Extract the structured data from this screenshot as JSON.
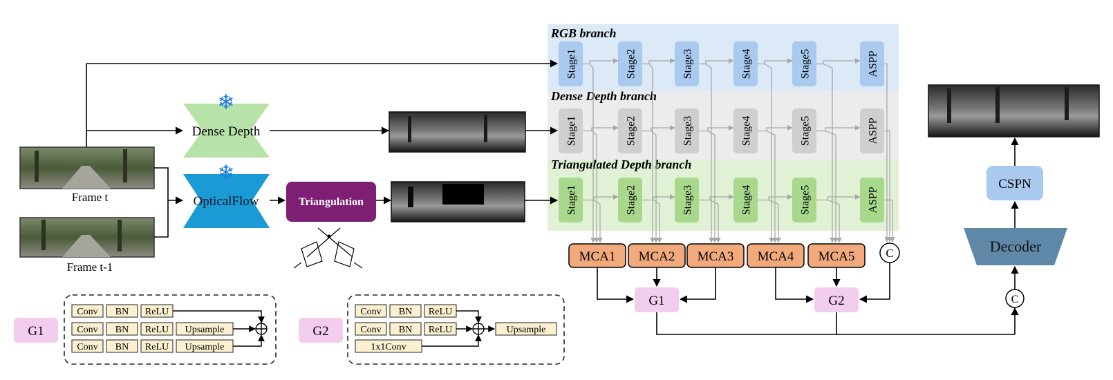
{
  "inputs": {
    "frame_t_label": "Frame t",
    "frame_t1_label": "Frame t-1"
  },
  "modules": {
    "dense_depth": "Dense Depth",
    "optical_flow": "OpticalFlow",
    "triangulation": "Triangulation",
    "decoder": "Decoder",
    "cspn": "CSPN",
    "concat_symbol": "C",
    "frozen_icon": "snowflake-icon"
  },
  "branches": [
    {
      "title": "RGB  branch",
      "stages": [
        "Stage1",
        "Stage2",
        "Stage3",
        "Stage4",
        "Stage5",
        "ASPP"
      ]
    },
    {
      "title": "Dense  Depth  branch",
      "stages": [
        "Stage1",
        "Stage2",
        "Stage3",
        "Stage4",
        "Stage5",
        "ASPP"
      ]
    },
    {
      "title": "Triangulated  Depth  branch",
      "stages": [
        "Stage1",
        "Stage2",
        "Stage3",
        "Stage4",
        "Stage5",
        "ASPP"
      ]
    }
  ],
  "mca": [
    "MCA1",
    "MCA2",
    "MCA3",
    "MCA4",
    "MCA5"
  ],
  "groups": {
    "g1": "G1",
    "g2": "G2"
  },
  "g1_detail": {
    "label": "G1",
    "rows": [
      [
        "Conv",
        "BN",
        "ReLU"
      ],
      [
        "Conv",
        "BN",
        "ReLU",
        "Upsample"
      ],
      [
        "Conv",
        "BN",
        "ReLU",
        "Upsample"
      ]
    ]
  },
  "g2_detail": {
    "label": "G2",
    "rows": [
      [
        "Conv",
        "BN",
        "ReLU"
      ],
      [
        "Conv",
        "BN",
        "ReLU"
      ],
      [
        "1x1Conv"
      ]
    ],
    "output": "Upsample"
  },
  "colors": {
    "rgb_band": "#dce9f7",
    "rgb_stage": "#a9c9ee",
    "dense_band": "#ececec",
    "dense_stage": "#cfcfcf",
    "tri_band": "#e1f1d6",
    "tri_stage": "#a8d88b",
    "mca_fill": "#f2a97c",
    "group_fill": "#f3cdee",
    "dense_depth_fill": "#b7e3a8",
    "optical_flow_fill": "#1b9ad6",
    "triangulation_fill": "#7e1f74",
    "decoder_fill": "#5f87a7",
    "cspn_fill": "#a9c9ee",
    "layer_box_fill": "#fbf0cf"
  }
}
